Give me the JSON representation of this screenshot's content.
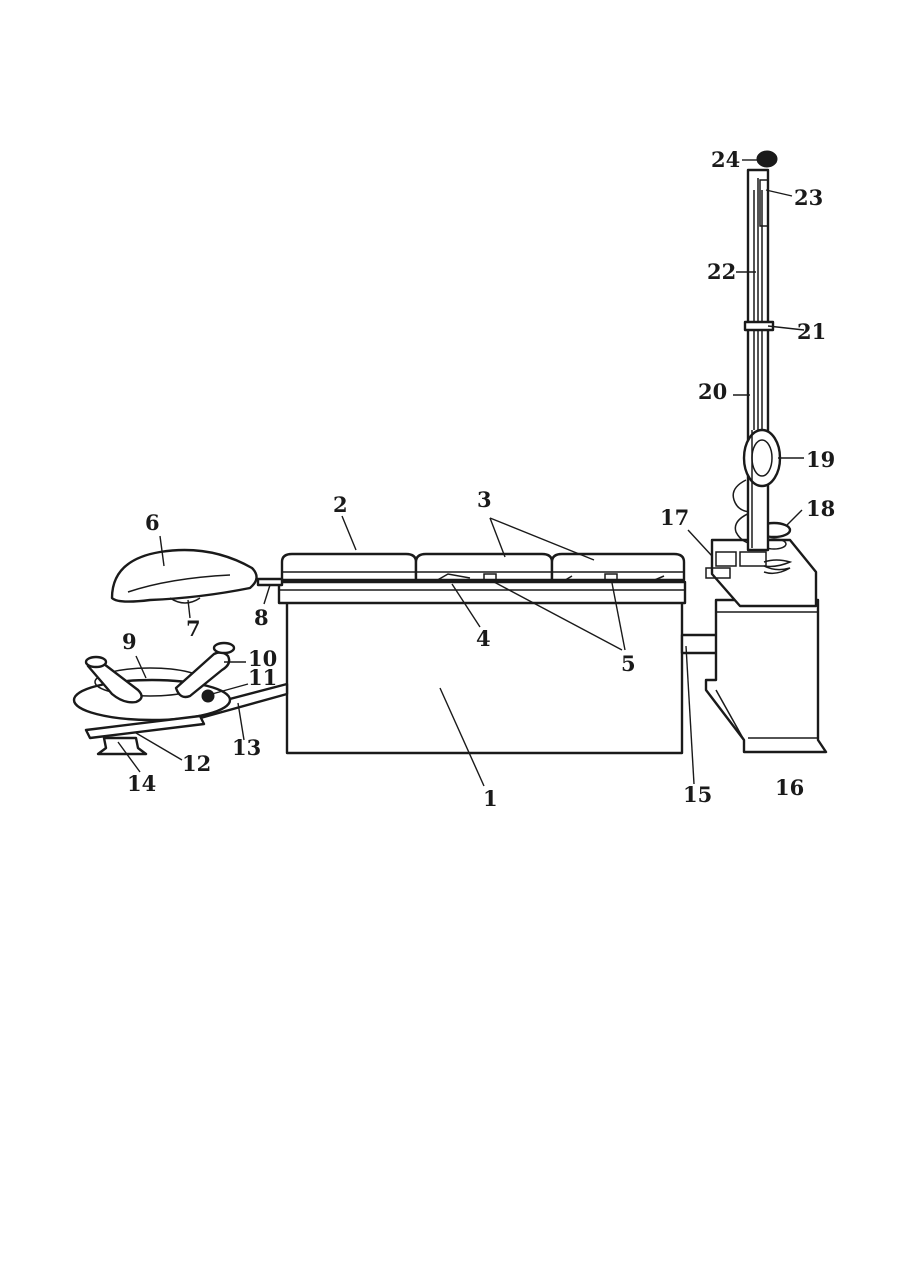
{
  "diagram": {
    "labels": [
      "1",
      "2",
      "3",
      "4",
      "5",
      "6",
      "7",
      "8",
      "9",
      "10",
      "11",
      "12",
      "13",
      "14",
      "15",
      "16",
      "17",
      "18",
      "19",
      "20",
      "21",
      "22",
      "23",
      "24"
    ]
  }
}
